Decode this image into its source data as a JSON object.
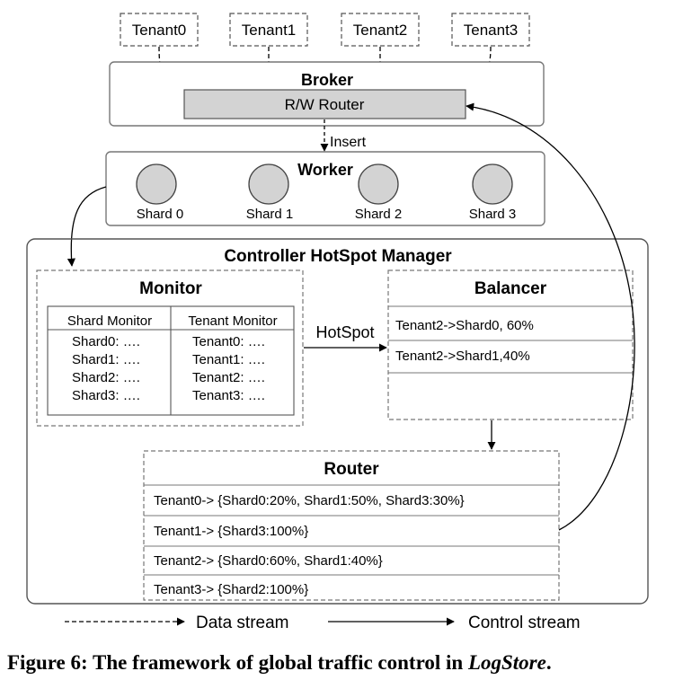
{
  "tenants": [
    "Tenant0",
    "Tenant1",
    "Tenant2",
    "Tenant3"
  ],
  "broker": {
    "title": "Broker",
    "router_label": "R/W Router"
  },
  "insert_label": "Insert",
  "worker": {
    "title": "Worker",
    "shards": [
      "Shard 0",
      "Shard 1",
      "Shard 2",
      "Shard 3"
    ]
  },
  "controller": {
    "title": "Controller HotSpot Manager",
    "monitor": {
      "title": "Monitor",
      "columns": [
        "Shard Monitor",
        "Tenant Monitor"
      ],
      "shard_rows": [
        "Shard0: ….",
        "Shard1: ….",
        "Shard2: ….",
        "Shard3: …."
      ],
      "tenant_rows": [
        "Tenant0: ….",
        "Tenant1: ….",
        "Tenant2: ….",
        "Tenant3: …."
      ]
    },
    "hotspot_label": "HotSpot",
    "balancer": {
      "title": "Balancer",
      "rows": [
        "Tenant2->Shard0, 60%",
        "Tenant2->Shard1,40%"
      ]
    },
    "router": {
      "title": "Router",
      "rows": [
        "Tenant0-> {Shard0:20%, Shard1:50%, Shard3:30%}",
        "Tenant1-> {Shard3:100%}",
        "Tenant2-> {Shard0:60%, Shard1:40%}",
        "Tenant3-> {Shard2:100%}"
      ]
    }
  },
  "legend": {
    "data_stream": "Data stream",
    "control_stream": "Control stream"
  },
  "caption": {
    "prefix": "Figure 6: The framework of global traffic control in ",
    "emphasis": "LogStore",
    "suffix": "."
  }
}
